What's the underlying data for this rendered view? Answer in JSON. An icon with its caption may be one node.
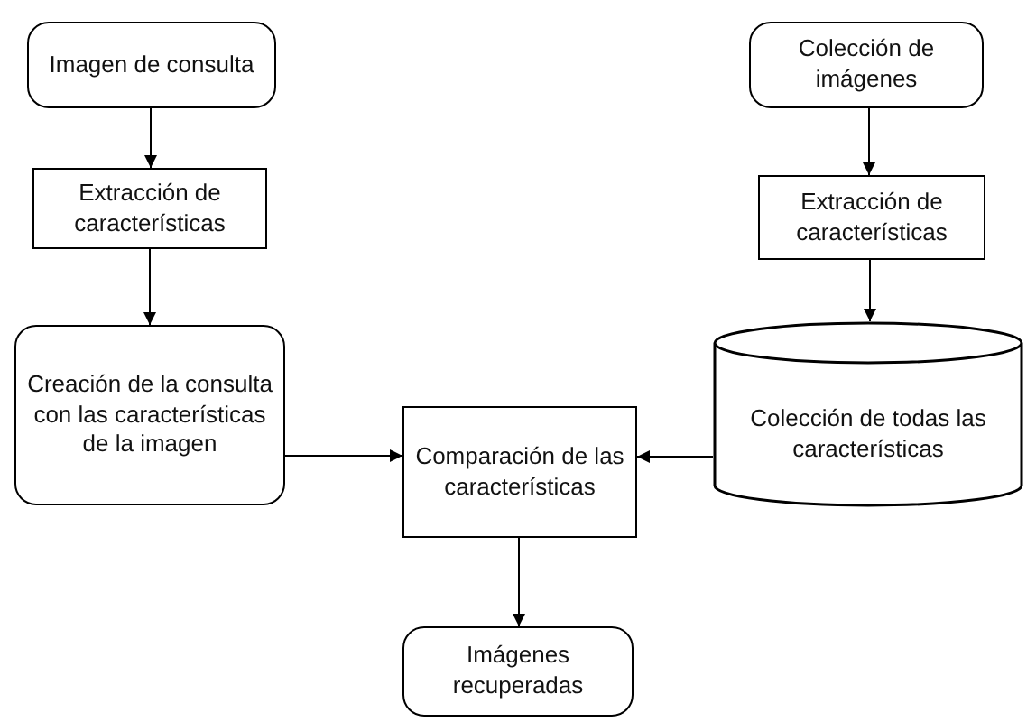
{
  "diagram": {
    "nodes": [
      {
        "text": [
          "Imagen de consulta"
        ]
      },
      {
        "text": [
          "Extracción de características"
        ]
      },
      {
        "text": [
          "Creación de la consulta con las características de la imagen"
        ]
      },
      {
        "text": [
          "Colección de imágenes"
        ]
      },
      {
        "text": [
          "Extracción de características"
        ]
      },
      {
        "text": [
          "Colección de todas las características"
        ]
      },
      {
        "text": [
          "Comparación de las características"
        ]
      },
      {
        "text": [
          "Imágenes recuperadas"
        ]
      }
    ],
    "edges": [
      {
        "from": 0,
        "to": 1,
        "arrow": "to"
      },
      {
        "from": 1,
        "to": 2,
        "arrow": "to"
      },
      {
        "from": 3,
        "to": 4,
        "arrow": "to"
      },
      {
        "from": 4,
        "to": 5,
        "arrow": "to"
      },
      {
        "from": 2,
        "to": 6,
        "arrow": "to"
      },
      {
        "from": 5,
        "to": 6,
        "arrow": "to"
      },
      {
        "from": 6,
        "to": 7,
        "arrow": "to"
      }
    ]
  }
}
